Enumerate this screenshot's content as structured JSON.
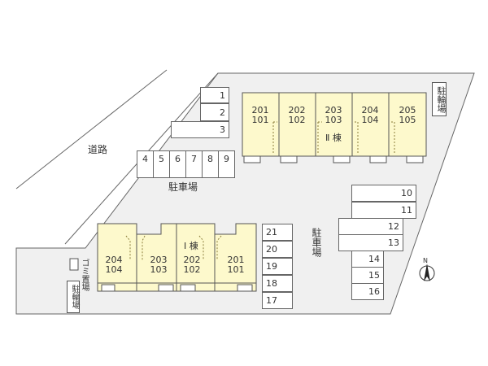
{
  "labels": {
    "road": "道路",
    "parking_center": "駐車場",
    "parking_right": "駐車場",
    "bike_right": "駐輪場",
    "bike_left": "駐輪場",
    "garbage": "ゴミ置場",
    "building_1": "Ⅰ 棟",
    "building_2": "Ⅱ 棟",
    "compass": "N"
  },
  "parking_top_right": [
    "1",
    "2",
    "3"
  ],
  "parking_row": [
    "4",
    "5",
    "6",
    "7",
    "8",
    "9"
  ],
  "parking_right_column": [
    "10",
    "11",
    "12",
    "13",
    "14",
    "15",
    "16"
  ],
  "parking_middle_column": [
    "21",
    "20",
    "19",
    "18",
    "17"
  ],
  "building_2_units": [
    {
      "upper": "201",
      "lower": "101"
    },
    {
      "upper": "202",
      "lower": "102"
    },
    {
      "upper": "203",
      "lower": "103"
    },
    {
      "upper": "204",
      "lower": "104"
    },
    {
      "upper": "205",
      "lower": "105"
    }
  ],
  "building_1_units": [
    {
      "upper": "204",
      "lower": "104"
    },
    {
      "upper": "203",
      "lower": "103"
    },
    {
      "upper": "202",
      "lower": "102"
    },
    {
      "upper": "201",
      "lower": "101"
    }
  ],
  "colors": {
    "site_fill": "#f0f0f0",
    "building_fill": "#fdf9cc",
    "outline": "#555555",
    "dotted": "#8a7d3a"
  }
}
